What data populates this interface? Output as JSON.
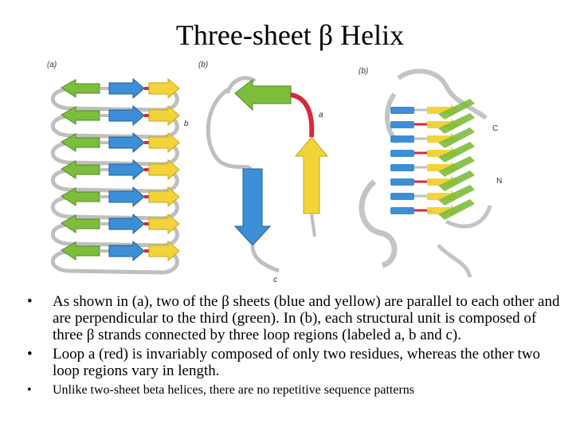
{
  "slide": {
    "title": "Three-sheet β Helix"
  },
  "figure": {
    "panels": [
      {
        "label": "(a)",
        "loop_label": "b"
      },
      {
        "label": "(b)",
        "loop_labels": [
          "a",
          "c"
        ]
      },
      {
        "label": "(b)",
        "terminus_labels": [
          "C",
          "N"
        ]
      }
    ],
    "colors": {
      "green_sheet": "#7dbd3c",
      "blue_sheet": "#3c8fd6",
      "yellow_sheet": "#f2d43a",
      "red_loop": "#d8293a",
      "grey_loop": "#bfbfbf"
    }
  },
  "bullets": [
    {
      "marker": "•",
      "text": "As shown in (a), two of the β sheets (blue and yellow) are parallel to each other and are perpendicular to the third (green). In (b), each structural unit is composed of three β strands connected by three loop regions (labeled a, b and c)."
    },
    {
      "marker": "•",
      "text": "Loop a (red) is invariably composed of only two residues, whereas the other two loop regions vary in length."
    },
    {
      "marker": "•",
      "text": "Unlike two-sheet beta helices, there are no repetitive sequence patterns"
    }
  ]
}
